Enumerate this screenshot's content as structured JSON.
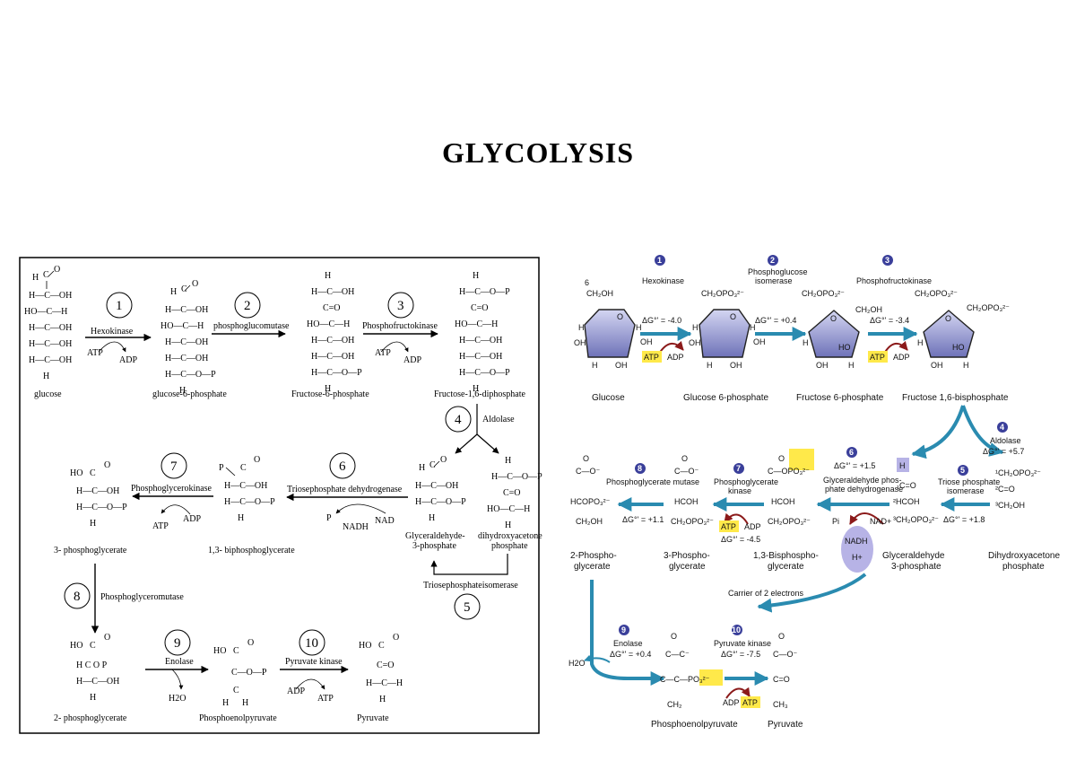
{
  "title": "GLYCOLYSIS",
  "left": {
    "steps": [
      "1",
      "2",
      "3",
      "4",
      "5",
      "6",
      "7",
      "8",
      "9",
      "10"
    ],
    "enzymes": {
      "hexokinase": "Hexokinase",
      "phosphoglucomutase": "phosphoglucomutase",
      "phosphofructokinase": "Phosphofructokinase",
      "aldolase": "Aldolase",
      "triose_isomerase": "Triosephosphateisomerase",
      "triose_dehydrogenase": "Triosephosphate dehydrogenase",
      "phosphoglycerokinase": "Phosphoglycerokinase",
      "phosphoglyceromutase": "Phosphoglyceromutase",
      "enolase": "Enolase",
      "pyruvate_kinase": "Pyruvate kinase"
    },
    "cofactors": {
      "atp": "ATP",
      "adp": "ADP",
      "nad": "NAD",
      "nadh": "NADH",
      "p": "P",
      "h2o": "H2O"
    },
    "compounds": {
      "glucose": "glucose",
      "g6p": "glucose-6-phosphate",
      "f6p": "Fructose-6-phosphate",
      "f16dp": "Fructose-1,6-diphosphate",
      "gap1": "Glyceraldehyde-",
      "gap2": "3-phosphate",
      "dhap1": "dihydroxyacetone",
      "dhap2": "phosphate",
      "bpg": "1,3- biphosphoglycerate",
      "pg3": "3- phosphoglycerate",
      "pg2": "2- phosphoglycerate",
      "pep": "Phosphoenolpyruvate",
      "pyruvate": "Pyruvate"
    }
  },
  "right": {
    "steps": [
      "1",
      "2",
      "3",
      "4",
      "5",
      "6",
      "7",
      "8",
      "9",
      "10"
    ],
    "enzymes": {
      "hexokinase": "Hexokinase",
      "pgi1": "Phosphoglucose",
      "pgi2": "isomerase",
      "pfk": "Phosphofructokinase",
      "aldolase": "Aldolase",
      "tpi1": "Triose phosphate",
      "tpi2": "isomerase",
      "gapdh1": "Glyceraldehyde phos-",
      "gapdh2": "phate dehydrogenase",
      "pgk1": "Phosphoglycerate",
      "pgk2": "kinase",
      "pgm": "Phosphoglycerate mutase",
      "enolase": "Enolase",
      "pk": "Pyruvate kinase"
    },
    "dg": {
      "s1": "ΔG°' = -4.0",
      "s2": "ΔG°' = +0.4",
      "s3": "ΔG°' = -3.4",
      "s4": "ΔG°' = +5.7",
      "s5": "ΔG°' = +1.8",
      "s6": "ΔG°' = +1.5",
      "s7": "ΔG°' = -4.5",
      "s8": "ΔG°' = +1.1",
      "s9": "ΔG°' = +0.4",
      "s10": "ΔG°' = -7.5"
    },
    "cofactors": {
      "atp": "ATP",
      "adp": "ADP",
      "nadh": "NADH",
      "hplus": "H+",
      "nadplus": "NAD+",
      "h2o": "H2O",
      "pi": "Pi"
    },
    "carrier": "Carrier of 2 electrons",
    "compounds": {
      "glucose": "Glucose",
      "g6p": "Glucose 6-phosphate",
      "f6p": "Fructose 6-phosphate",
      "f16bp": "Fructose 1,6-bisphosphate",
      "gap1": "Glyceraldehyde",
      "gap2": "3-phosphate",
      "dhap1": "Dihydroxyacetone",
      "dhap2": "phosphate",
      "bpg1": "1,3-Bisphospho-",
      "bpg2": "glycerate",
      "pg3a": "3-Phospho-",
      "pg3b": "glycerate",
      "pg2a": "2-Phospho-",
      "pg2b": "glycerate",
      "pep": "Phosphoenolpyruvate",
      "pyruvate": "Pyruvate"
    },
    "colors": {
      "arrow": "#2a8bb0",
      "badge": "#3a3f9a",
      "ring": "#9fa3d8",
      "atp": "#ffe94a",
      "nadh": "#b7b3e6"
    }
  }
}
